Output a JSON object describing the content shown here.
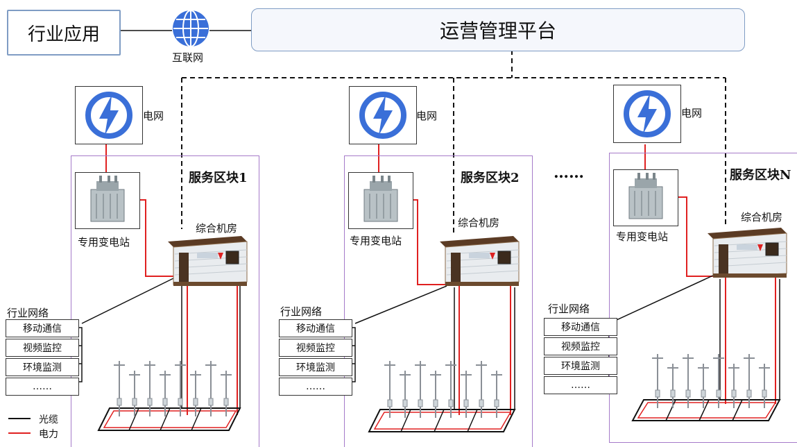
{
  "top": {
    "app_label": "行业应用",
    "internet_label": "互联网",
    "platform_label": "运营管理平台"
  },
  "blocks": [
    {
      "title": "服务区块1",
      "grid_label": "电网",
      "substation_label": "专用变电站",
      "room_label": "综合机房",
      "network_title": "行业网络",
      "network_items": [
        "移动通信",
        "视频监控",
        "环境监测",
        "……"
      ]
    },
    {
      "title": "服务区块2",
      "grid_label": "电网",
      "substation_label": "专用变电站",
      "room_label": "综合机房",
      "network_title": "行业网络",
      "network_items": [
        "移动通信",
        "视频监控",
        "环境监测",
        "……"
      ]
    },
    {
      "title": "服务区块N",
      "grid_label": "电网",
      "substation_label": "专用变电站",
      "room_label": "综合机房",
      "network_title": "行业网络",
      "network_items": [
        "移动通信",
        "视频监控",
        "环境监测",
        "……"
      ]
    }
  ],
  "ellipsis": "……",
  "legend": {
    "fiber_label": "光缆",
    "power_label": "电力",
    "fiber_color": "#111111",
    "power_color": "#e02020"
  },
  "colors": {
    "accent_blue": "#3a6fd8",
    "region_border": "#a57ac9",
    "box_border": "#7f9cc4"
  },
  "icons": [
    "globe-icon",
    "power-bolt-icon",
    "transformer-icon",
    "equipment-room-icon",
    "street-pole-icon"
  ]
}
